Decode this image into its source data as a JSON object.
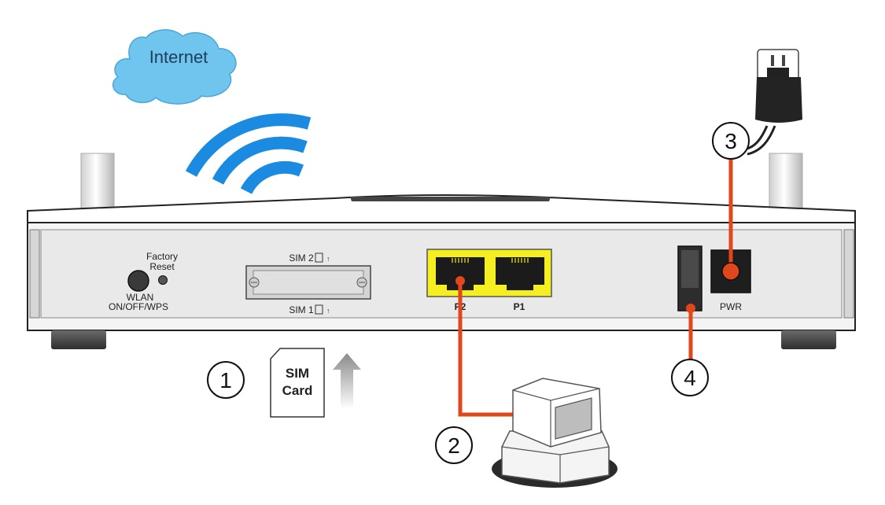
{
  "cloud": {
    "label": "Internet"
  },
  "router": {
    "factory_reset": [
      "Factory",
      "Reset"
    ],
    "wlan_button": [
      "WLAN",
      "ON/OFF/WPS"
    ],
    "sim_top": "SIM 2",
    "sim_bottom": "SIM 1",
    "port_p2": "P2",
    "port_p1": "P1",
    "power_port": "PWR"
  },
  "sim_card": {
    "line1": "SIM",
    "line2": "Card"
  },
  "steps": [
    "1",
    "2",
    "3",
    "4"
  ],
  "colors": {
    "wifi": "#1a8be0",
    "cloud": "#6fc5ee",
    "cable": "#e2461b",
    "lan_ports": "#f5ee20",
    "router_face": "#e9e9e9"
  }
}
